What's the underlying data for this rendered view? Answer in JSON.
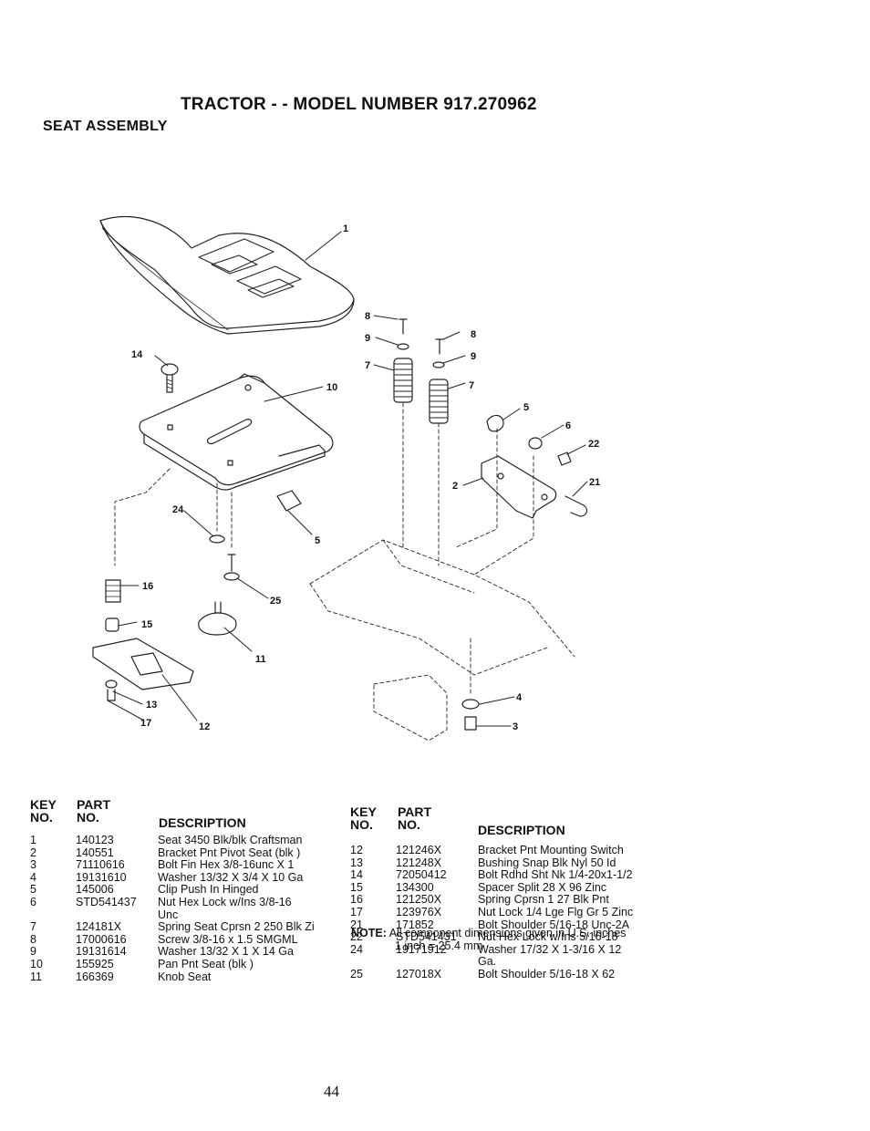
{
  "header": {
    "title": "TRACTOR - - MODEL NUMBER 917.270962",
    "subtitle": "SEAT ASSEMBLY"
  },
  "diagram": {
    "callouts": [
      "1",
      "14",
      "10",
      "8",
      "9",
      "7",
      "8",
      "9",
      "7",
      "5",
      "6",
      "22",
      "21",
      "2",
      "24",
      "5",
      "16",
      "15",
      "25",
      "11",
      "13",
      "17",
      "12",
      "4",
      "3"
    ]
  },
  "parts_table": {
    "headers": {
      "key": "KEY",
      "no_label": "NO.",
      "part": "PART",
      "part_no_label": "NO.",
      "description": "DESCRIPTION"
    },
    "left": [
      {
        "key": "1",
        "part_no": "140123",
        "description": "Seat 3450 Blk/blk Craftsman"
      },
      {
        "key": "2",
        "part_no": "140551",
        "description": "Bracket Pnt Pivot Seat (blk )"
      },
      {
        "key": "3",
        "part_no": "71110616",
        "description": "Bolt Fin Hex 3/8-16unc X 1"
      },
      {
        "key": "4",
        "part_no": "19131610",
        "description": "Washer 13/32 X 3/4 X 10 Ga"
      },
      {
        "key": "5",
        "part_no": "145006",
        "description": "Clip Push In Hinged"
      },
      {
        "key": "6",
        "part_no": "STD541437",
        "description": "Nut Hex Lock w/Ins 3/8-16 Unc"
      },
      {
        "key": "7",
        "part_no": "124181X",
        "description": "Spring Seat Cprsn 2 250 Blk Zi"
      },
      {
        "key": "8",
        "part_no": "17000616",
        "description": "Screw 3/8-16 x 1.5 SMGML"
      },
      {
        "key": "9",
        "part_no": "19131614",
        "description": "Washer 13/32 X 1 X 14 Ga"
      },
      {
        "key": "10",
        "part_no": "155925",
        "description": "Pan Pnt Seat (blk )"
      },
      {
        "key": "11",
        "part_no": "166369",
        "description": "Knob Seat"
      }
    ],
    "right": [
      {
        "key": "12",
        "part_no": "121246X",
        "description": "Bracket Pnt Mounting Switch"
      },
      {
        "key": "13",
        "part_no": "121248X",
        "description": "Bushing Snap Blk Nyl 50 Id"
      },
      {
        "key": "14",
        "part_no": "72050412",
        "description": "Bolt Rdhd Sht Nk 1/4-20x1-1/2"
      },
      {
        "key": "15",
        "part_no": "134300",
        "description": "Spacer Split 28 X 96 Zinc"
      },
      {
        "key": "16",
        "part_no": "121250X",
        "description": "Spring Cprsn 1 27 Blk Pnt"
      },
      {
        "key": "17",
        "part_no": "123976X",
        "description": "Nut Lock 1/4 Lge Flg Gr 5 Zinc"
      },
      {
        "key": "21",
        "part_no": "171852",
        "description": "Bolt Shoulder 5/16-18 Unc-2A"
      },
      {
        "key": "22",
        "part_no": "STD541431",
        "description": "Nut Hex Lock w/Ins 5/16-18"
      },
      {
        "key": "24",
        "part_no": "19171912",
        "description": "Washer 17/32 X 1-3/16 X 12 Ga."
      },
      {
        "key": "25",
        "part_no": "127018X",
        "description": "Bolt Shoulder 5/16-18 X 62"
      }
    ]
  },
  "note": {
    "label": "NOTE:",
    "text": "All component dimensions given in U.S. inches",
    "line2": "1 inch = 25.4 mm"
  },
  "page_number": "44"
}
